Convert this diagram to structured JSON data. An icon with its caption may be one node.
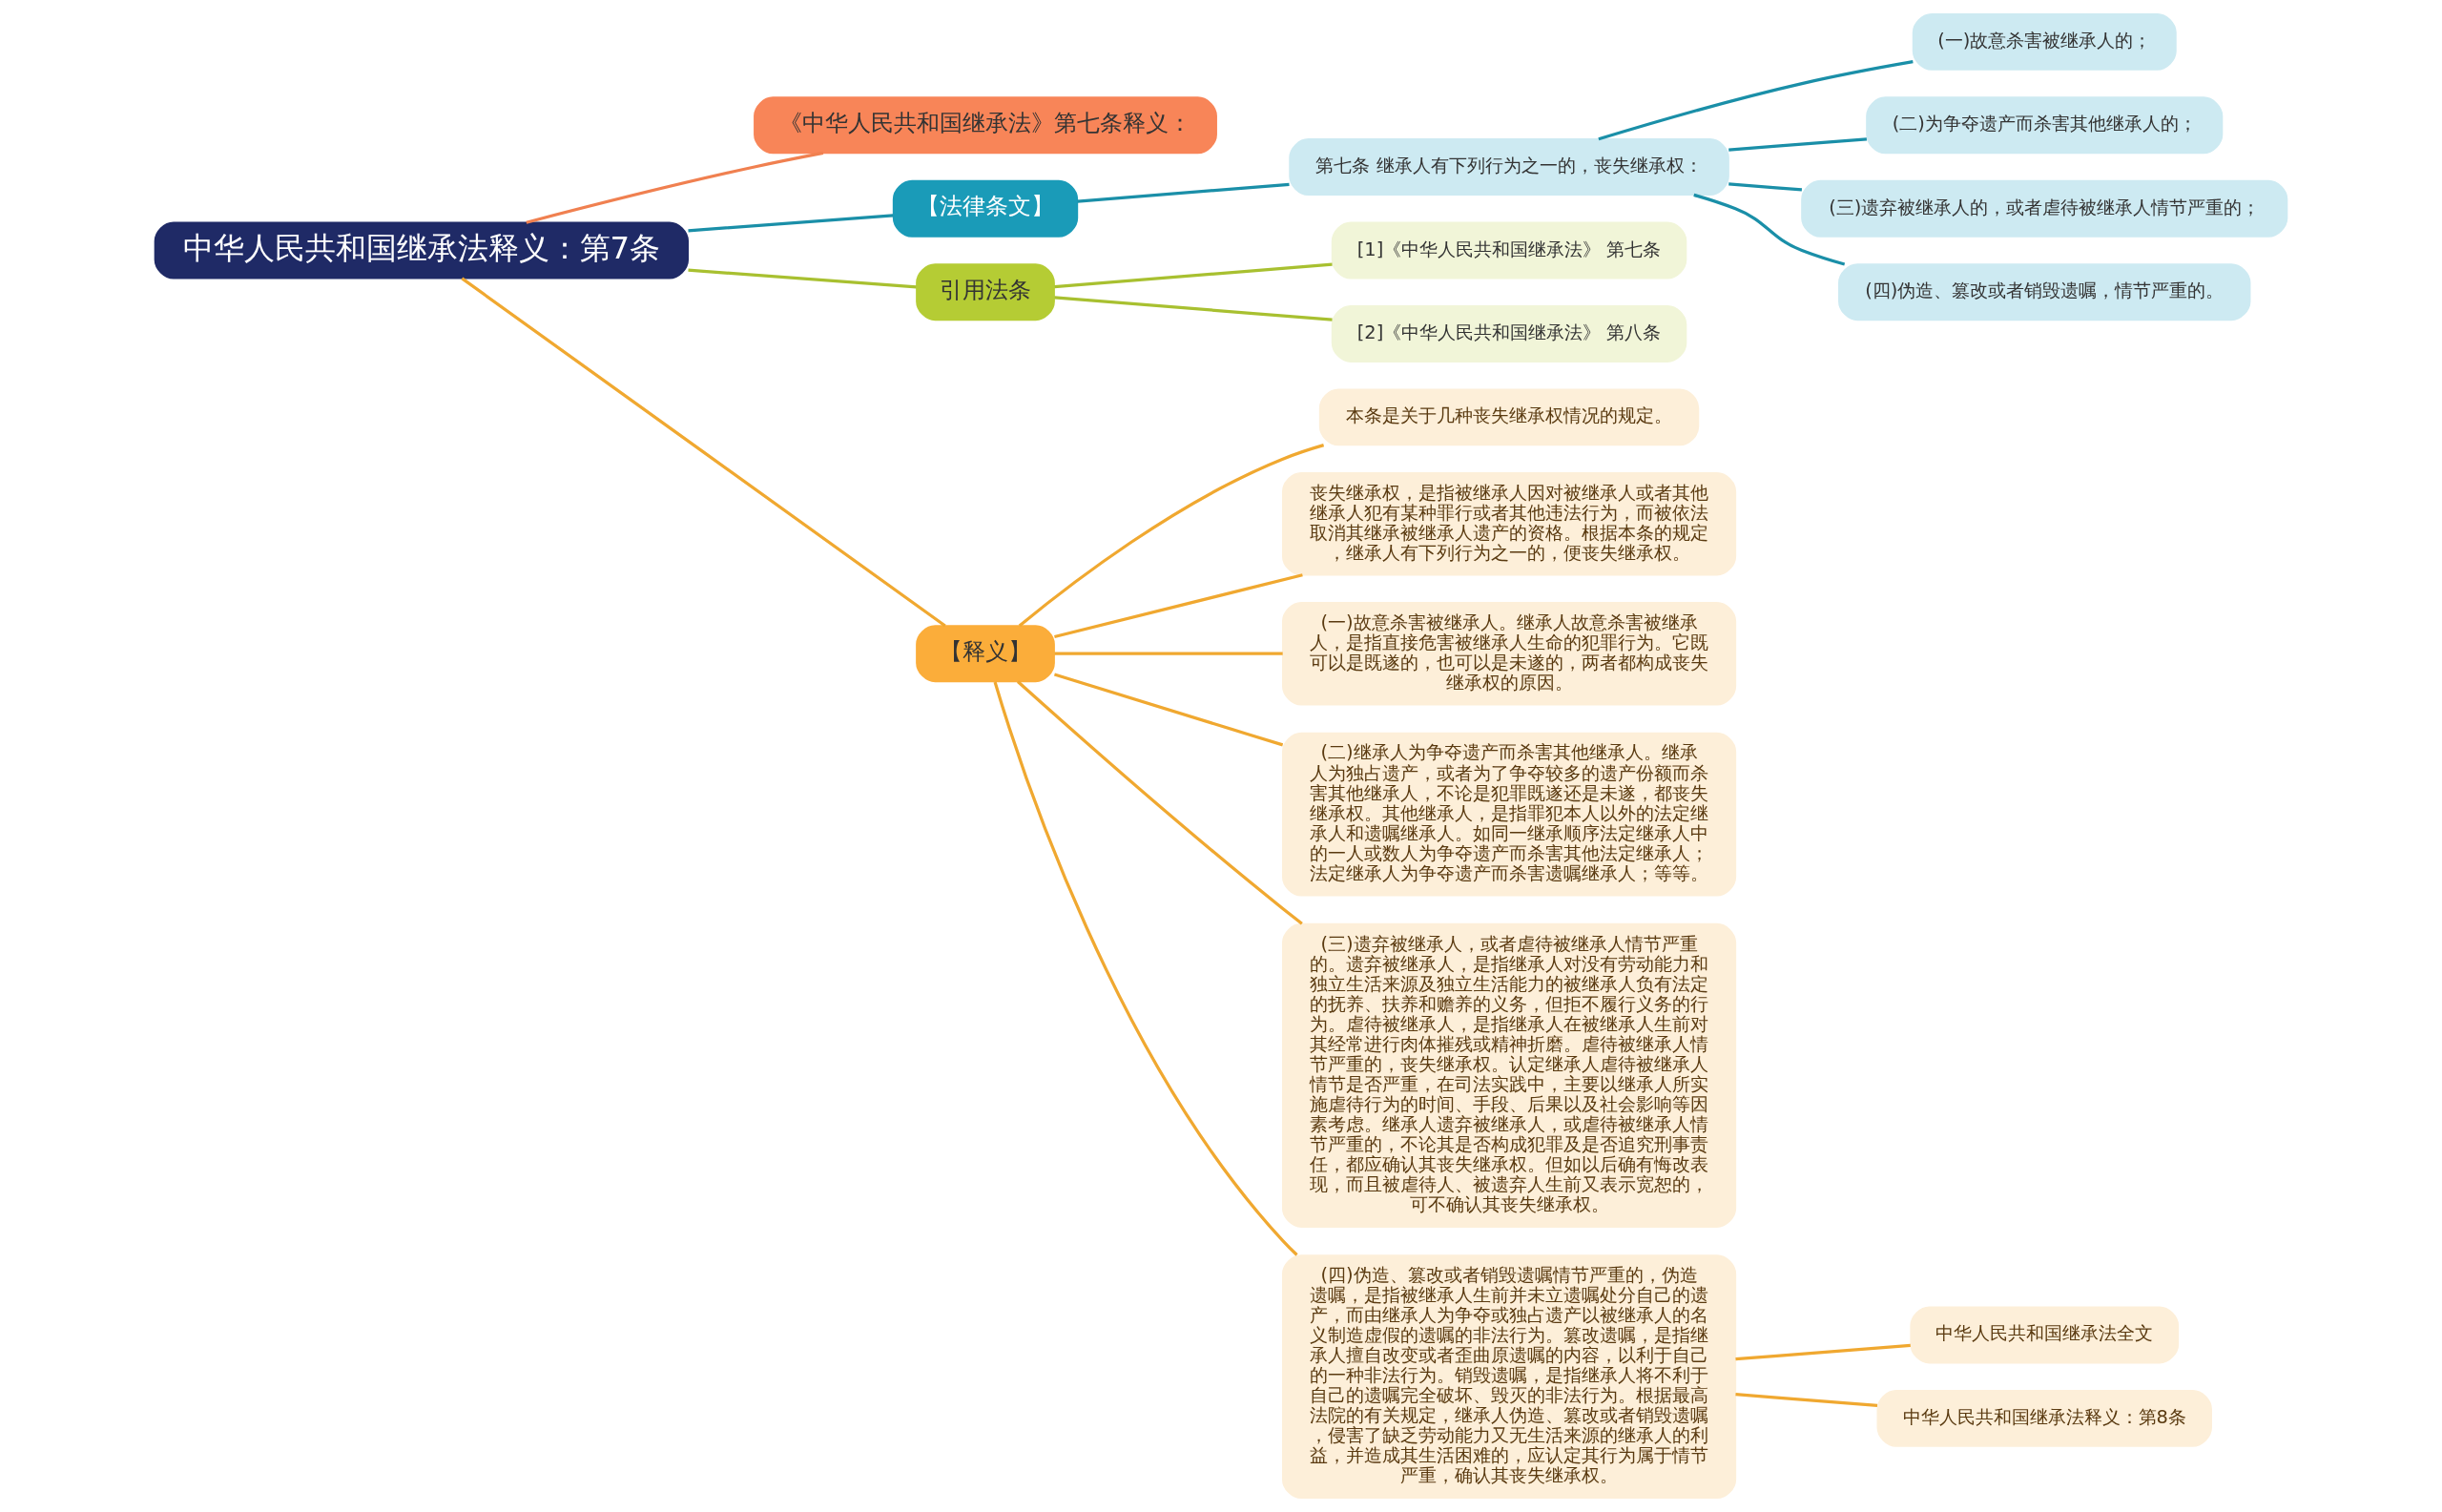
{
  "diagram": {
    "nodes": [
      {
        "text": [
          "中华人民共和国继承法释义：第7条"
        ]
      },
      {
        "text": [
          "《中华人民共和国继承法》第七条释义："
        ]
      },
      {
        "text": [
          "【法律条文】"
        ]
      },
      {
        "text": [
          "第七条 继承人有下列行为之一的，丧失继承权："
        ]
      },
      {
        "text": [
          "(一)故意杀害被继承人的；"
        ]
      },
      {
        "text": [
          "(二)为争夺遗产而杀害其他继承人的；"
        ]
      },
      {
        "text": [
          "(三)遗弃被继承人的，或者虐待被继承人情节严重的；"
        ]
      },
      {
        "text": [
          "(四)伪造、篡改或者销毁遗嘱，情节严重的。"
        ]
      },
      {
        "text": [
          "引用法条"
        ]
      },
      {
        "text": [
          "[1]《中华人民共和国继承法》 第七条"
        ]
      },
      {
        "text": [
          "[2]《中华人民共和国继承法》 第八条"
        ]
      },
      {
        "text": [
          "【释义】"
        ]
      },
      {
        "text": [
          "本条是关于几种丧失继承权情况的规定。"
        ]
      },
      {
        "text": [
          "丧失继承权，是指被继承人因对被继承人或者其他继承人犯有某种罪行或者其他违法行为，而被依法取消其继承被继承人遗产的资格。根据本条的规定，继承人有下列行为之一的，便丧失继承权。"
        ]
      },
      {
        "text": [
          "(一)故意杀害被继承人。继承人故意杀害被继承人，是指直接危害被继承人生命的犯罪行为。它既可以是既遂的，也可以是未遂的，两者都构成丧失继承权的原因。"
        ]
      },
      {
        "text": [
          "(二)继承人为争夺遗产而杀害其他继承人。继承人为独占遗产，或者为了争夺较多的遗产份额而杀害其他继承人，不论是犯罪既遂还是未遂，都丧失继承权。其他继承人，是指罪犯本人以外的法定继承人和遗嘱继承人。如同一继承顺序法定继承人中的一人或数人为争夺遗产而杀害其他法定继承人；法定继承人为争夺遗产而杀害遗嘱继承人；等等。"
        ]
      },
      {
        "text": [
          "(三)遗弃被继承人，或者虐待被继承人情节严重的。遗弃被继承人，是指继承人对没有劳动能力和独立生活来源及独立生活能力的被继承人负有法定的抚养、扶养和赡养的义务，但拒不履行义务的行为。虐待被继承人，是指继承人在被继承人生前对其经常进行肉体摧残或精神折磨。虐待被继承人情节严重的，丧失继承权。认定继承人虐待被继承人情节是否严重，在司法实践中，主要以继承人所实施虐待行为的时间、手段、后果以及社会影响等因素考虑。继承人遗弃被继承人，或虐待被继承人情节严重的，不论其是否构成犯罪及是否追究刑事责任，都应确认其丧失继承权。但如以后确有悔改表现，而且被虐待人、被遗弃人生前又表示宽恕的，可不确认其丧失继承权。"
        ]
      },
      {
        "text": [
          "(四)伪造、篡改或者销毁遗嘱情节严重的，伪造遗嘱，是指被继承人生前并未立遗嘱处分自己的遗产，而由继承人为争夺或独占遗产以被继承人的名义制造虚假的遗嘱的非法行为。篡改遗嘱，是指继承人擅自改变或者歪曲原遗嘱的内容，以利于自己的一种非法行为。销毁遗嘱，是指继承人将不利于自己的遗嘱完全破坏、毁灭的非法行为。根据最高法院的有关规定，继承人伪造、篡改或者销毁遗嘱，侵害了缺乏劳动能力又无生活来源的继承人的利益，并造成其生活困难的，应认定其行为属于情节严重，确认其丧失继承权。"
        ]
      },
      {
        "text": [
          "中华人民共和国继承法全文"
        ]
      },
      {
        "text": [
          "中华人民共和国继承法释义：第8条"
        ]
      }
    ],
    "edges": [
      {
        "from": 0,
        "to": 1,
        "arrow": "none",
        "color": "#f08050"
      },
      {
        "from": 0,
        "to": 2,
        "arrow": "none",
        "color": "#1a8fa8"
      },
      {
        "from": 2,
        "to": 3,
        "arrow": "none",
        "color": "#1a8fa8"
      },
      {
        "from": 3,
        "to": 4,
        "arrow": "none",
        "color": "#1a8fa8"
      },
      {
        "from": 3,
        "to": 5,
        "arrow": "none",
        "color": "#1a8fa8"
      },
      {
        "from": 3,
        "to": 6,
        "arrow": "none",
        "color": "#1a8fa8"
      },
      {
        "from": 3,
        "to": 7,
        "arrow": "none",
        "color": "#1a8fa8"
      },
      {
        "from": 0,
        "to": 8,
        "arrow": "none",
        "color": "#a8c030"
      },
      {
        "from": 8,
        "to": 9,
        "arrow": "none",
        "color": "#a8c030"
      },
      {
        "from": 8,
        "to": 10,
        "arrow": "none",
        "color": "#a8c030"
      },
      {
        "from": 0,
        "to": 11,
        "arrow": "none"
      },
      {
        "from": 11,
        "to": 12,
        "arrow": "none"
      },
      {
        "from": 11,
        "to": 13,
        "arrow": "none"
      },
      {
        "from": 11,
        "to": 14,
        "arrow": "none"
      },
      {
        "from": 11,
        "to": 15,
        "arrow": "none"
      },
      {
        "from": 11,
        "to": 16,
        "arrow": "none"
      },
      {
        "from": 11,
        "to": 17,
        "arrow": "none"
      },
      {
        "from": 17,
        "to": 18,
        "arrow": "none"
      },
      {
        "from": 17,
        "to": 19,
        "arrow": "none"
      }
    ]
  }
}
